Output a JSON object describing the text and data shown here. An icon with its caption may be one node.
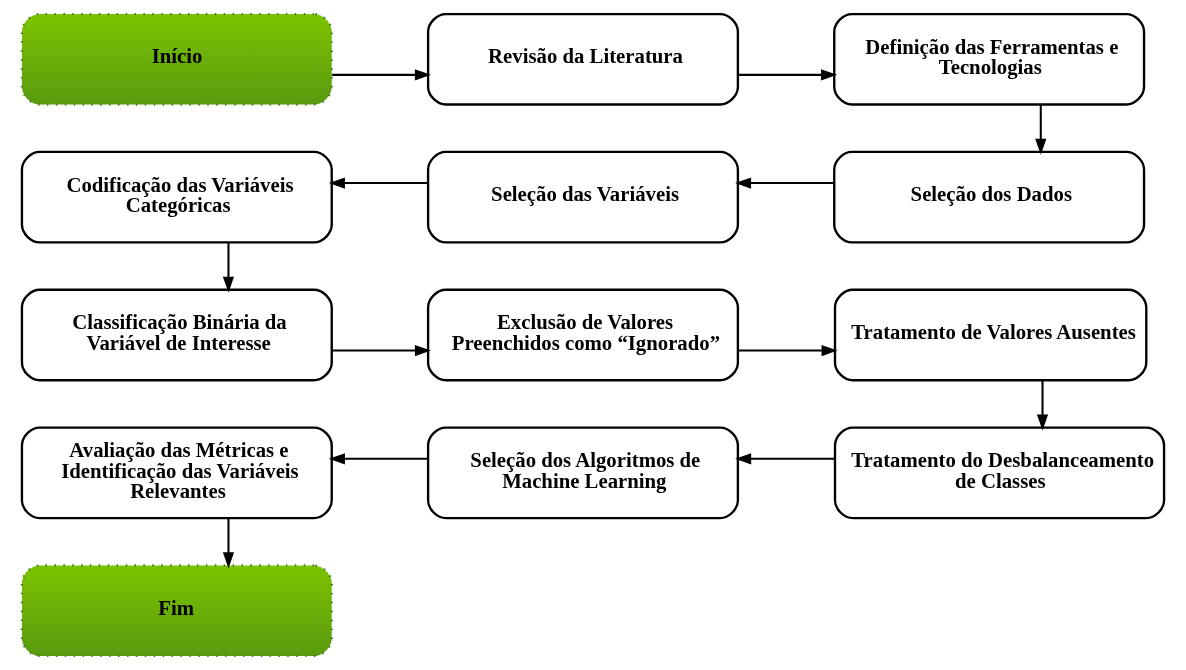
{
  "diagram": {
    "nodes": [
      {
        "text": [
          "Início"
        ]
      },
      {
        "text": [
          "Revisão da Literatura"
        ]
      },
      {
        "text": [
          "Definição das Ferramentas e Tecnologias"
        ]
      },
      {
        "text": [
          "Seleção dos Dados"
        ]
      },
      {
        "text": [
          "Seleção das Variáveis"
        ]
      },
      {
        "text": [
          "Codificação das Variáveis Categóricas"
        ]
      },
      {
        "text": [
          "Classificação Binária da Variável de Interesse"
        ]
      },
      {
        "text": [
          "Exclusão de Valores Preenchidos como “Ignorado”"
        ]
      },
      {
        "text": [
          "Tratamento de Valores Ausentes"
        ]
      },
      {
        "text": [
          "Tratamento do Desbalanceamento de Classes"
        ]
      },
      {
        "text": [
          "Seleção dos Algoritmos de Machine Learning"
        ]
      },
      {
        "text": [
          "Avaliação das Métricas e Identificação das Variáveis Relevantes"
        ]
      },
      {
        "text": [
          "Fim"
        ]
      }
    ],
    "edges": [
      {
        "from": 0,
        "to": 1,
        "arrow": "to"
      },
      {
        "from": 1,
        "to": 2,
        "arrow": "to"
      },
      {
        "from": 2,
        "to": 3,
        "arrow": "to"
      },
      {
        "from": 3,
        "to": 4,
        "arrow": "to"
      },
      {
        "from": 4,
        "to": 5,
        "arrow": "to"
      },
      {
        "from": 5,
        "to": 6,
        "arrow": "to"
      },
      {
        "from": 6,
        "to": 7,
        "arrow": "to"
      },
      {
        "from": 7,
        "to": 8,
        "arrow": "to"
      },
      {
        "from": 8,
        "to": 9,
        "arrow": "to"
      },
      {
        "from": 9,
        "to": 10,
        "arrow": "to"
      },
      {
        "from": 10,
        "to": 11,
        "arrow": "to"
      },
      {
        "from": 11,
        "to": 12,
        "arrow": "to"
      }
    ]
  }
}
